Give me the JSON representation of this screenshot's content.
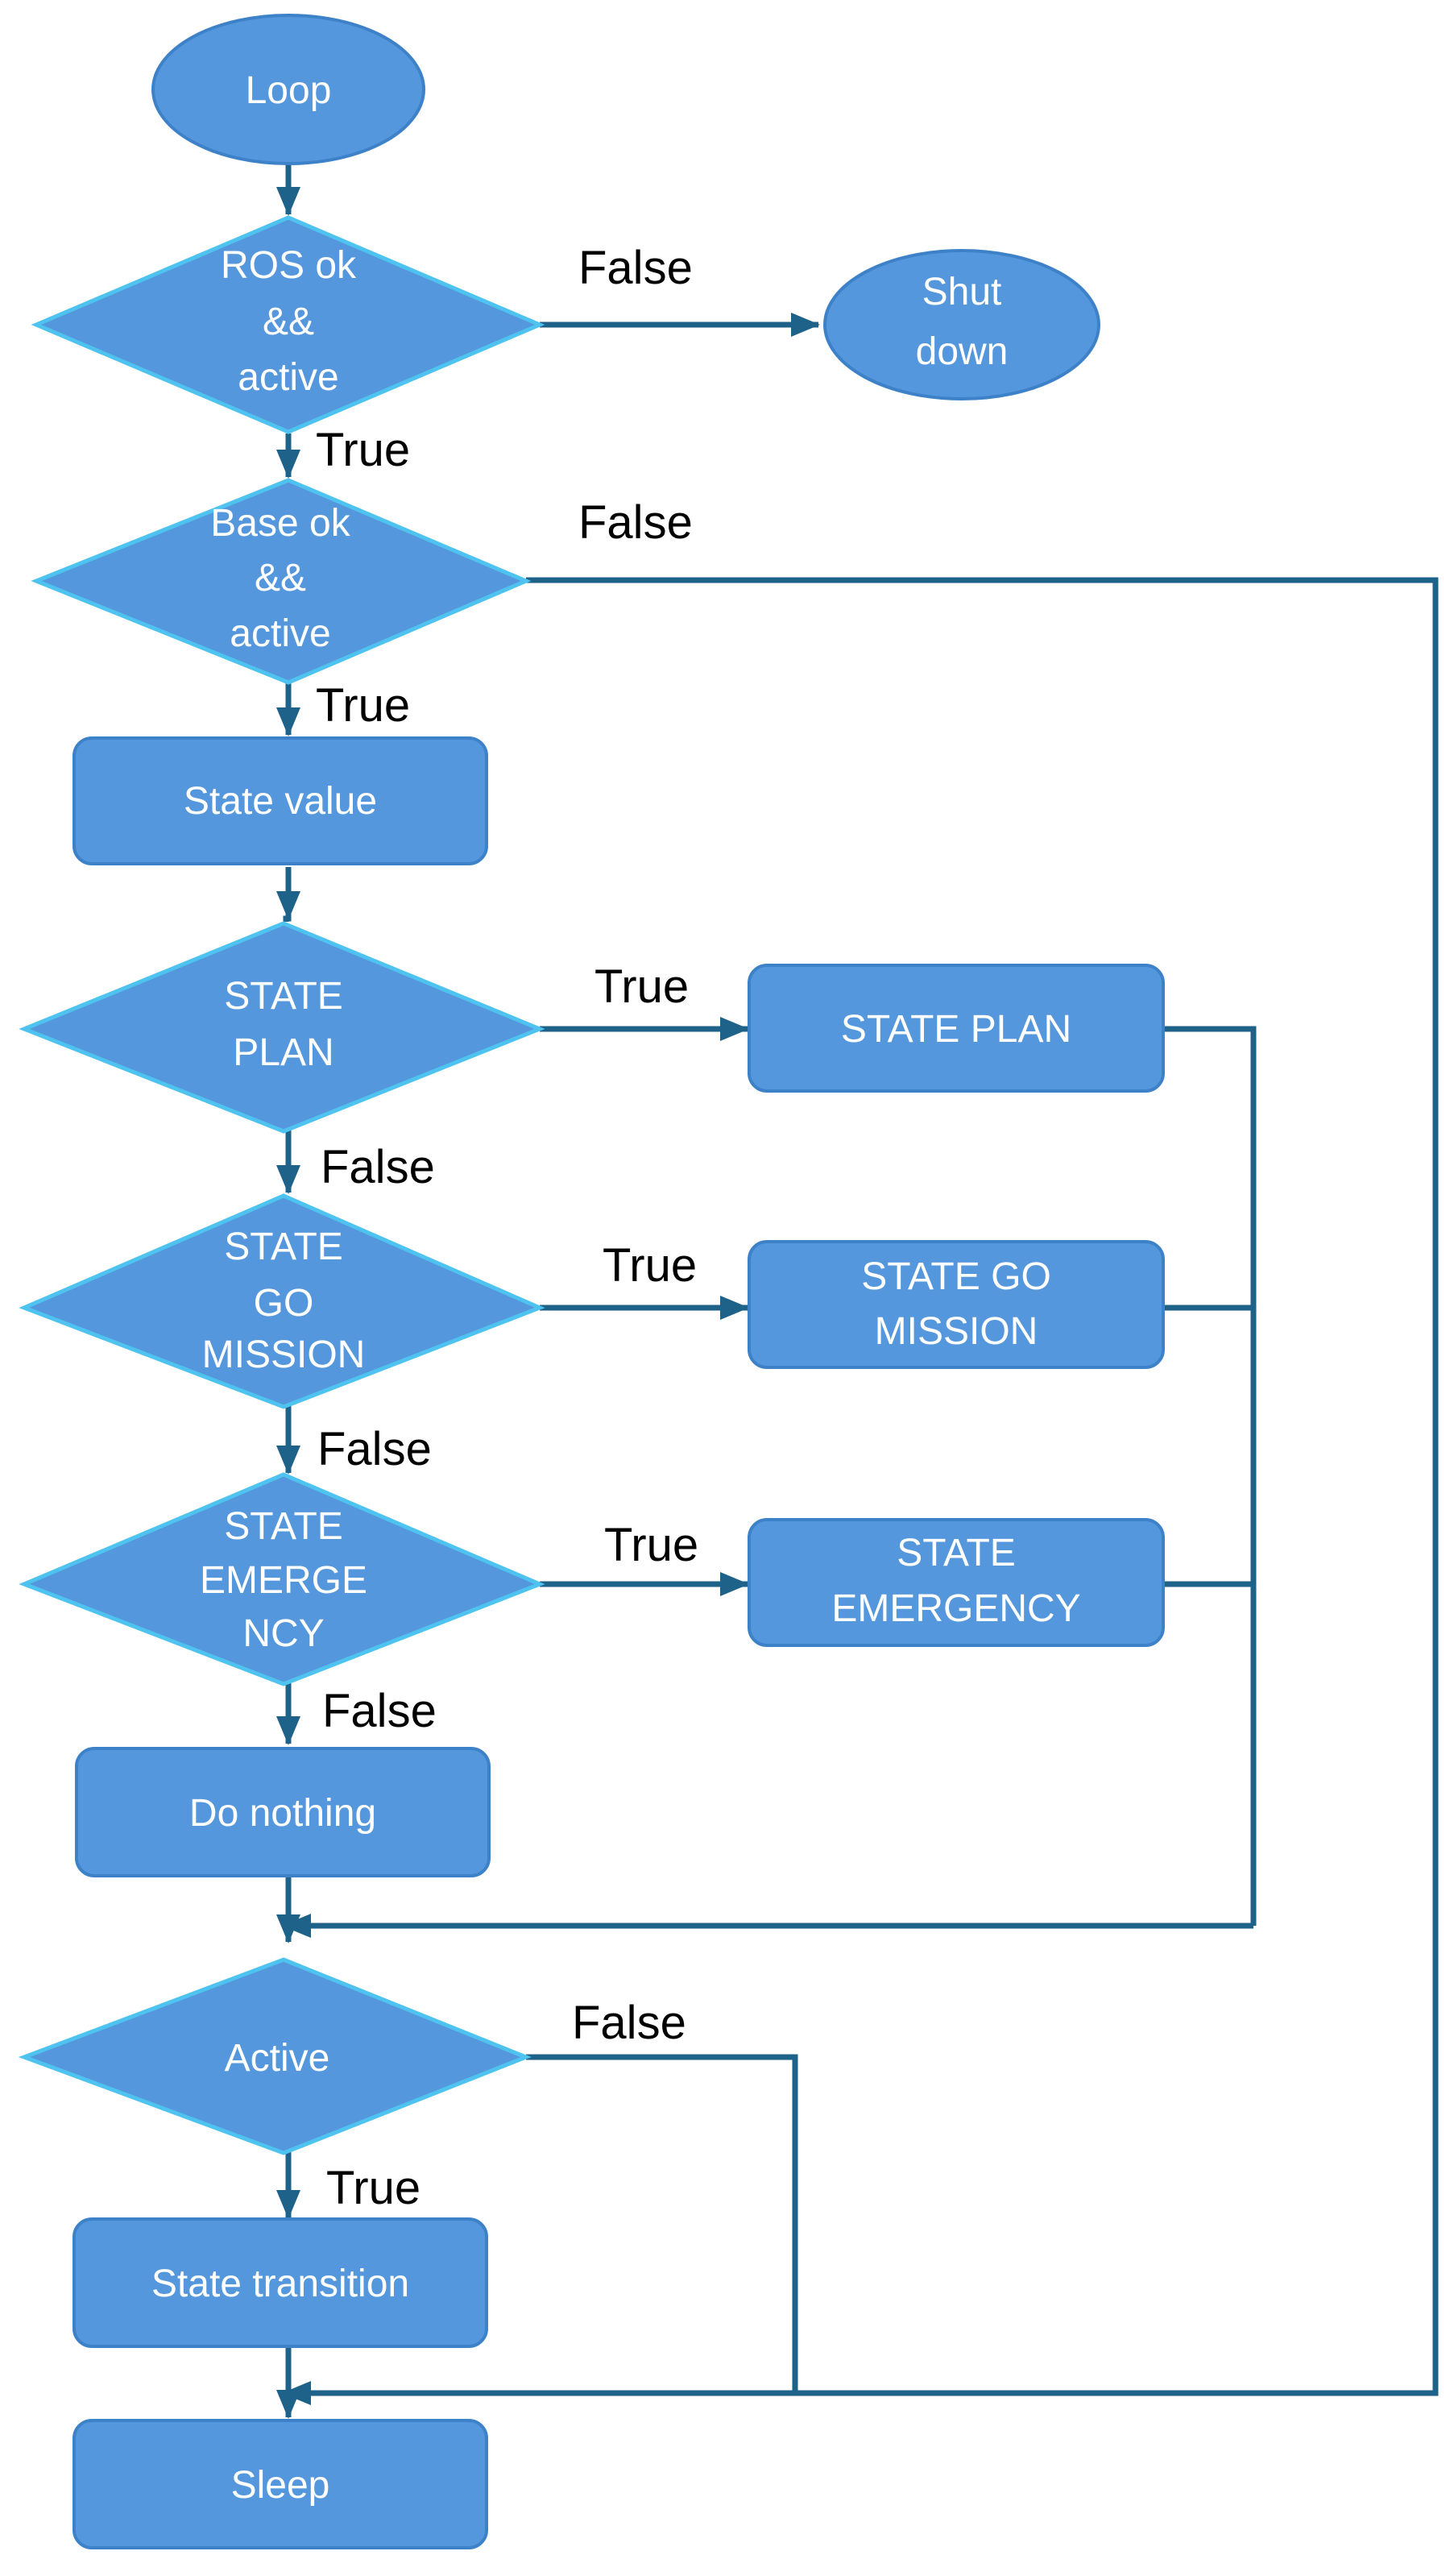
{
  "nodes": {
    "loop": "Loop",
    "ros_ok": [
      "ROS ok",
      "&&",
      "active"
    ],
    "shutdown": [
      "Shut",
      "down"
    ],
    "base_ok": [
      "Base ok",
      "&&",
      "active"
    ],
    "state_value": "State value",
    "dec_state_plan": [
      "STATE",
      "PLAN"
    ],
    "box_state_plan": "STATE PLAN",
    "dec_state_go_mission": [
      "STATE",
      "GO",
      "MISSION"
    ],
    "box_state_go_mission": [
      "STATE GO",
      "MISSION"
    ],
    "dec_state_emergency": [
      "STATE",
      "EMERGE",
      "NCY"
    ],
    "box_state_emergency": [
      "STATE",
      "EMERGENCY"
    ],
    "do_nothing": "Do nothing",
    "active": "Active",
    "state_transition": "State transition",
    "sleep": "Sleep"
  },
  "edge_labels": {
    "ros_false": "False",
    "ros_true": "True",
    "base_false": "False",
    "base_true": "True",
    "plan_true": "True",
    "plan_false": "False",
    "go_true": "True",
    "go_false": "False",
    "emergency_true": "True",
    "emergency_false": "False",
    "active_false": "False",
    "active_true": "True"
  },
  "colors": {
    "node_fill": "#5597DC",
    "node_stroke": "#3D82C9",
    "diamond_stroke": "#4FC3F0",
    "edge": "#1F6289"
  }
}
